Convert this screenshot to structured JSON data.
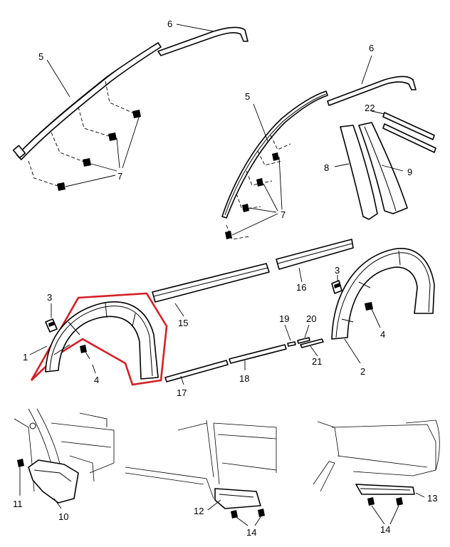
{
  "callouts": {
    "c1": "1",
    "c2": "2",
    "c3a": "3",
    "c3b": "3",
    "c4a": "4",
    "c4b": "4",
    "c5a": "5",
    "c5b": "5",
    "c6a": "6",
    "c6b": "6",
    "c7a": "7",
    "c7b": "7",
    "c8": "8",
    "c9": "9",
    "c10": "10",
    "c11": "11",
    "c12": "12",
    "c13": "13",
    "c14a": "14",
    "c14b": "14",
    "c15": "15",
    "c16": "16",
    "c17": "17",
    "c18": "18",
    "c19": "19",
    "c20": "20",
    "c21": "21",
    "c22": "22"
  },
  "colors": {
    "highlight": "#d41f26",
    "ink": "#000000",
    "background": "#ffffff"
  }
}
